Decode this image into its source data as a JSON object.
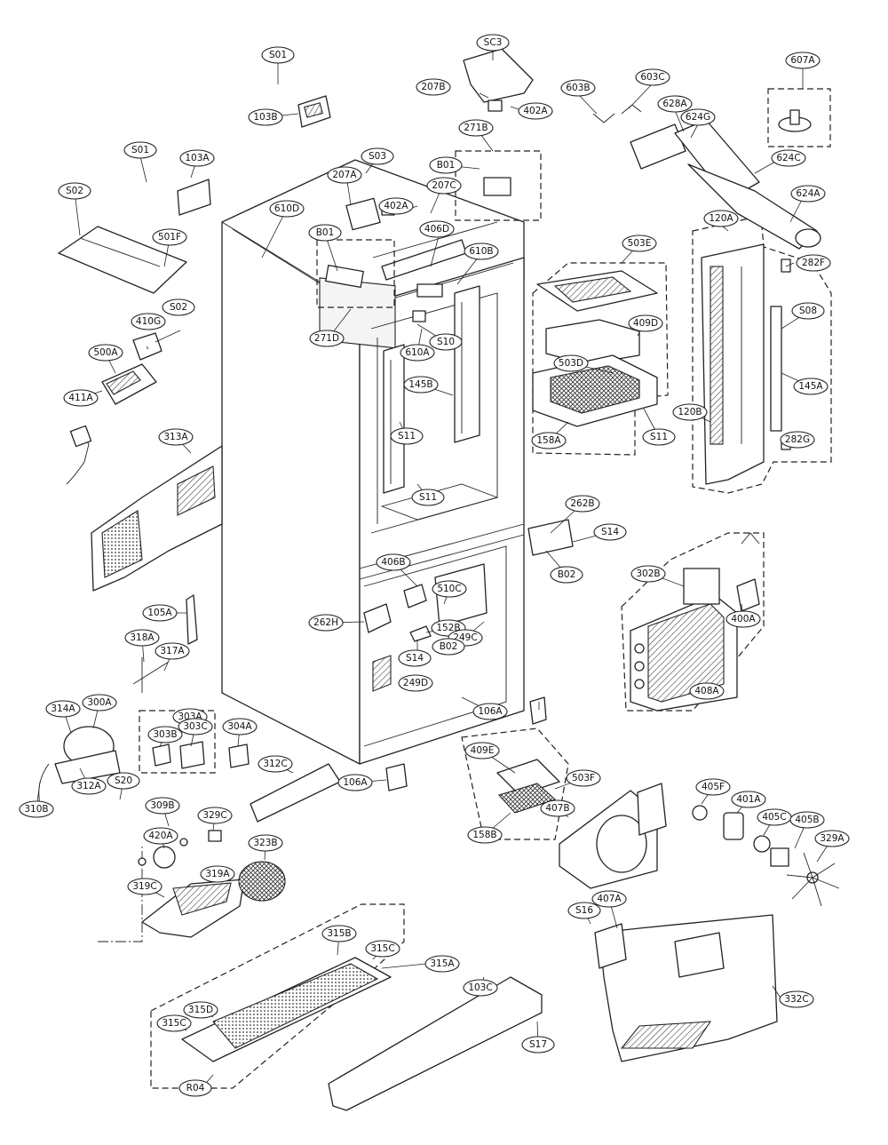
{
  "callouts": {
    "S01_top": "S01",
    "S01_left": "S01",
    "S02_a": "S02",
    "S02_b": "S02",
    "S03": "S03",
    "S08": "S08",
    "S10": "S10",
    "S11_a": "S11",
    "S11_b": "S11",
    "S11_c": "S11",
    "S14_a": "S14",
    "S14_b": "S14",
    "S16": "S16",
    "S17": "S17",
    "S20": "S20",
    "SC3": "SC3",
    "B01_a": "B01",
    "B01_b": "B01",
    "B02_a": "B02",
    "B02_b": "B02",
    "R04": "R04",
    "103A": "103A",
    "103B": "103B",
    "103C": "103C",
    "105A": "105A",
    "106A_a": "106A",
    "106A_b": "106A",
    "120A": "120A",
    "120B": "120B",
    "145A": "145A",
    "145B": "145B",
    "152B": "152B",
    "158A": "158A",
    "158B": "158B",
    "207A": "207A",
    "207B": "207B",
    "207C": "207C",
    "249C": "249C",
    "249D": "249D",
    "262B": "262B",
    "262H": "262H",
    "271B": "271B",
    "271D": "271D",
    "282F": "282F",
    "282G": "282G",
    "300A": "300A",
    "302B": "302B",
    "303A": "303A",
    "303B": "303B",
    "303C": "303C",
    "304A": "304A",
    "309B": "309B",
    "310B": "310B",
    "312A": "312A",
    "312C": "312C",
    "313A": "313A",
    "314A": "314A",
    "315A": "315A",
    "315B": "315B",
    "315C_a": "315C",
    "315C_b": "315C",
    "315D": "315D",
    "317A": "317A",
    "318A": "318A",
    "319A": "319A",
    "319C": "319C",
    "323B": "323B",
    "329A": "329A",
    "329C": "329C",
    "332C": "332C",
    "400A": "400A",
    "401A": "401A",
    "402A_a": "402A",
    "402A_b": "402A",
    "405B": "405B",
    "405C": "405C",
    "405F": "405F",
    "406B": "406B",
    "406D": "406D",
    "407A": "407A",
    "407B": "407B",
    "408A": "408A",
    "409D": "409D",
    "409E": "409E",
    "410G": "410G",
    "411A": "411A",
    "420A": "420A",
    "500A": "500A",
    "501F": "501F",
    "503D": "503D",
    "503E": "503E",
    "503F": "503F",
    "510C": "510C",
    "603B": "603B",
    "603C": "603C",
    "607A": "607A",
    "610A": "610A",
    "610B": "610B",
    "610D": "610D",
    "624A": "624A",
    "624C": "624C",
    "624G": "624G",
    "628A": "628A"
  }
}
